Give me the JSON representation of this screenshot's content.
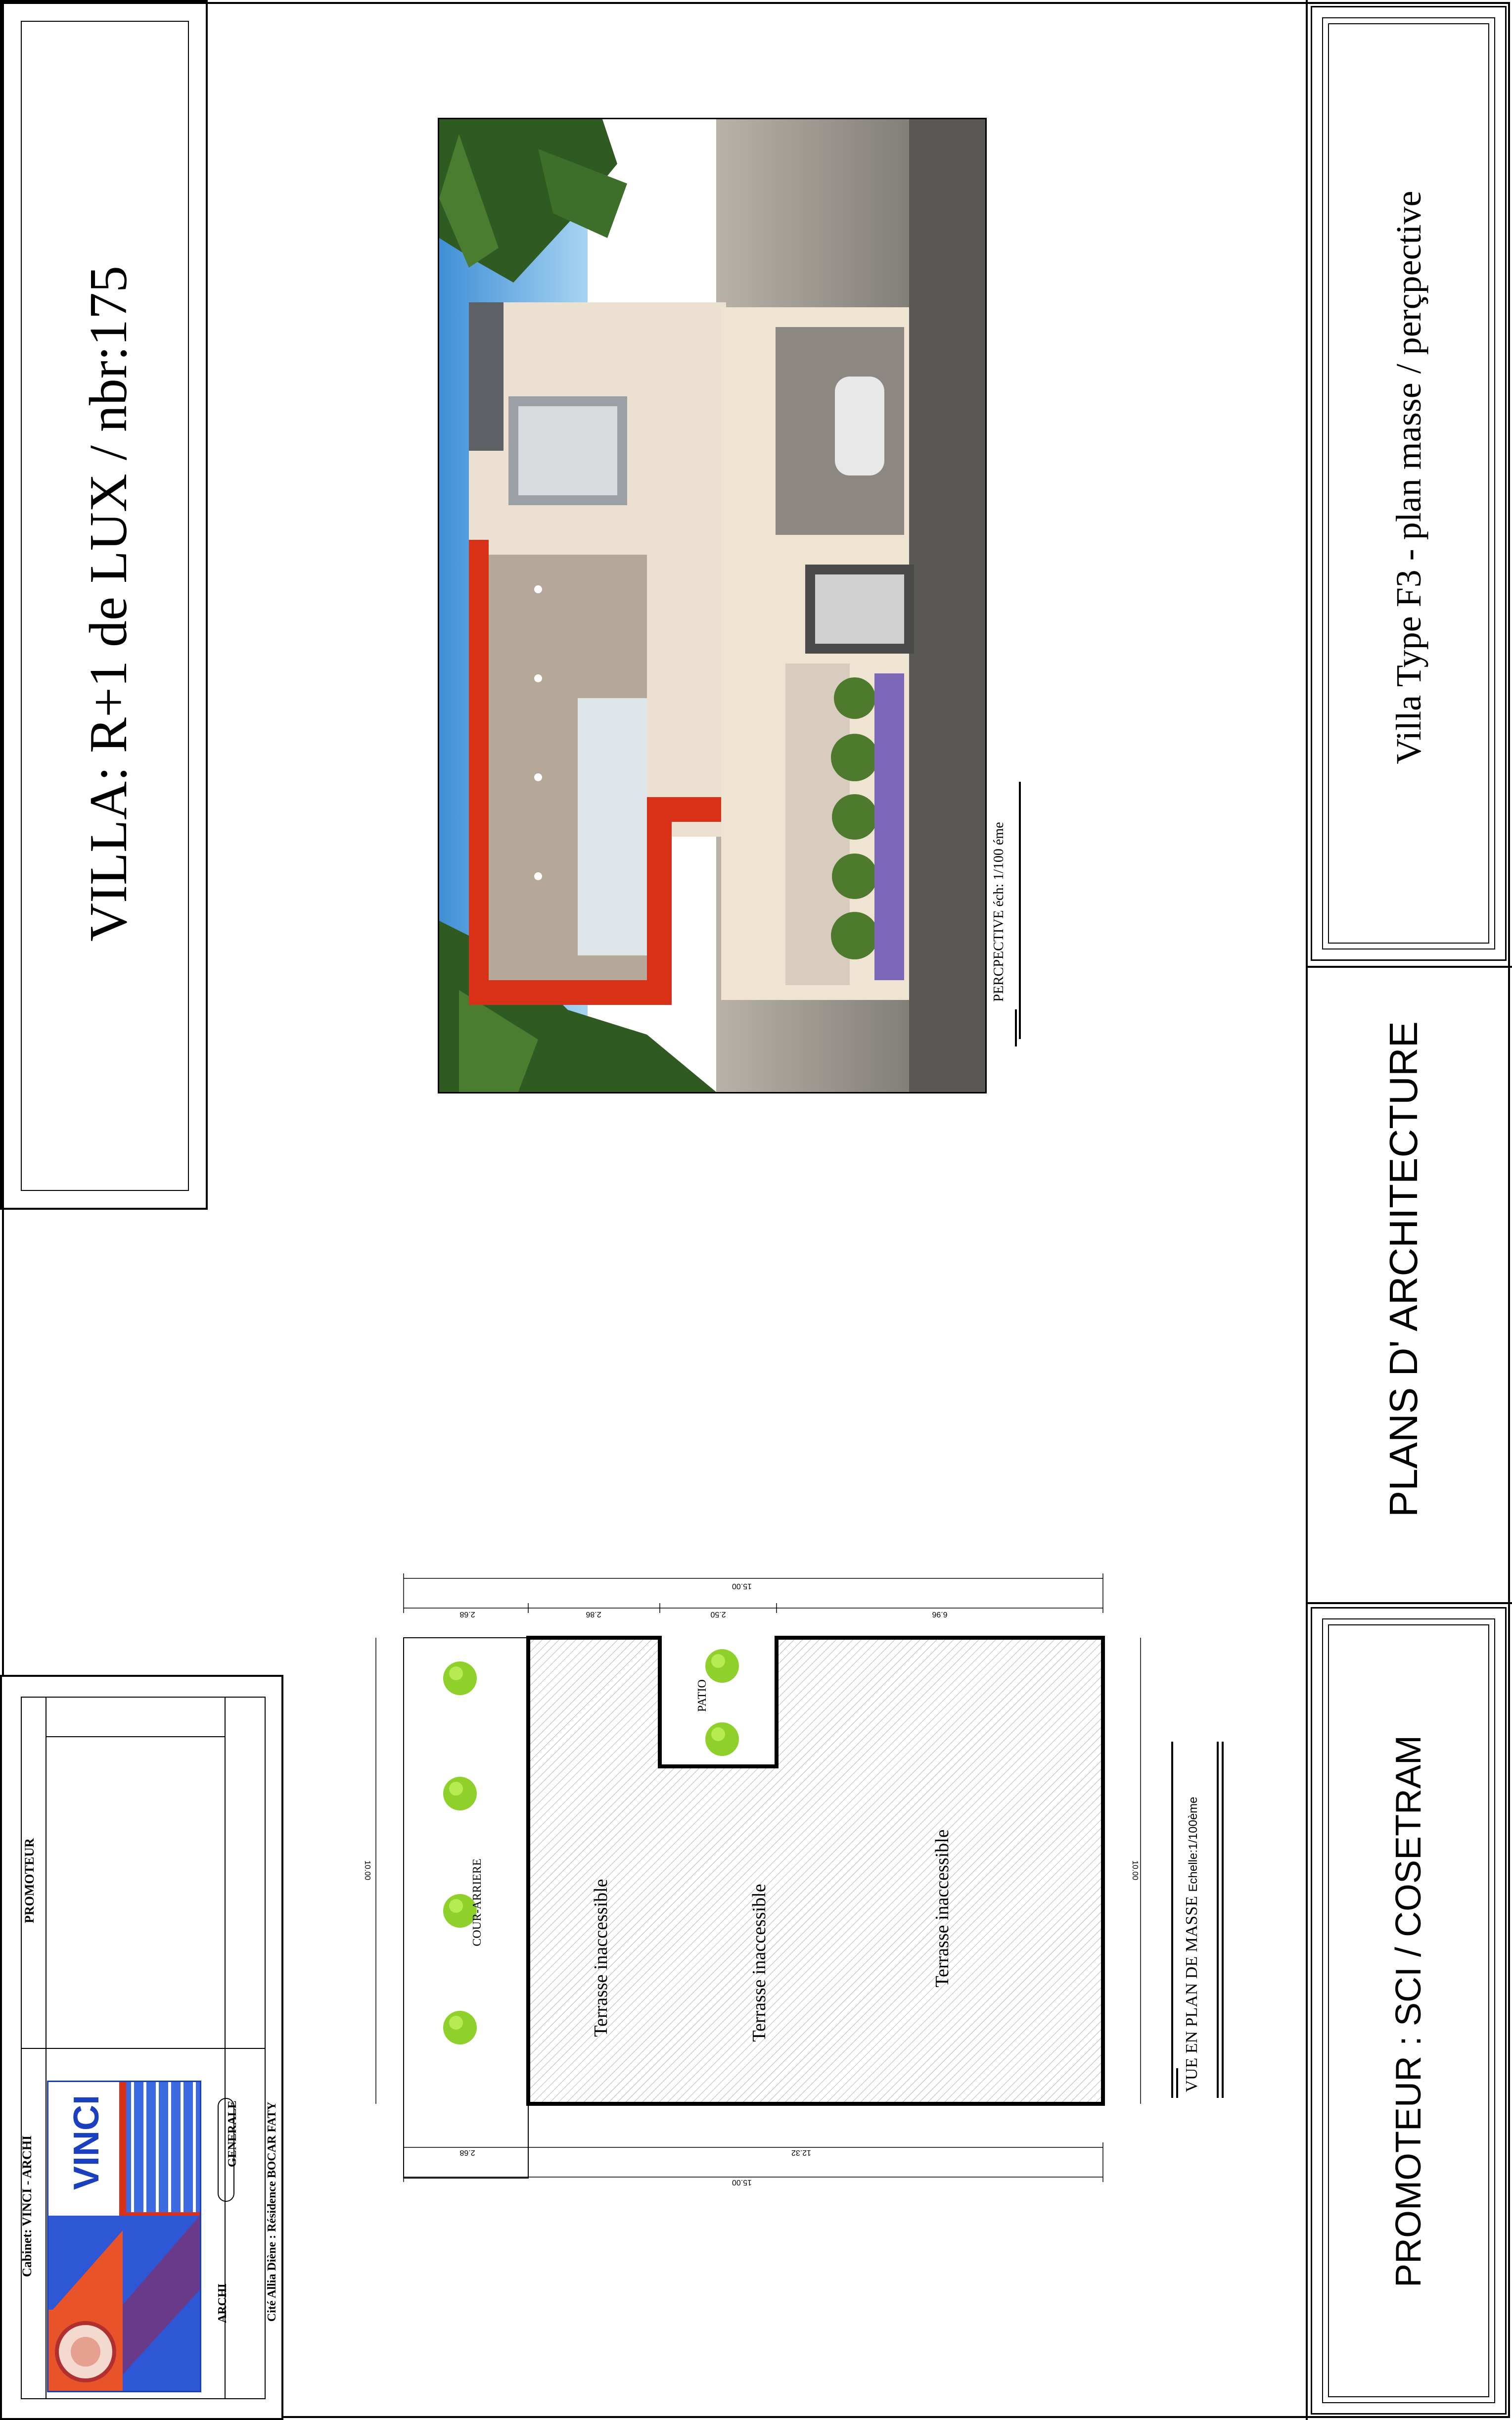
{
  "title_block": {
    "villa_title": "VILLA: R+1 de LUX / nbr:175",
    "type_title": "Villa  Type F3  - plan masse / perçpective",
    "plans_title": "PLANS D' ARCHITECTURE",
    "promoteur_title": "PROMOTEUR : SCI / COSETRAM"
  },
  "cartouche": {
    "cabinet": "Cabinet: VINCI - ARCHI",
    "promoteur_label": "PROMOTEUR",
    "logo_text": "VINCI",
    "archi": "ARCHI",
    "generale": "GENERALE",
    "address": "Cité Allia Diène : Résidence BOCAR FATY"
  },
  "perspective": {
    "caption": "PERCPECTIVE  éch: 1/100 éme",
    "sky_color": "#5aa7e0",
    "facade_color": "#e8d8c4",
    "accent_red": "#d93018",
    "paving_color": "#a8a29a"
  },
  "plan_masse": {
    "caption": "VUE EN PLAN  DE MASSE",
    "scale": "Echelle:1/100ème",
    "cour": "COUR-ARRIERE",
    "patio": "PATIO",
    "terrasse_1": "Terrasse inaccessible",
    "terrasse_2": "Terrasse inaccessible",
    "terrasse_3": "Terrasse inaccessible",
    "dims_top": [
      "2.68",
      "2.86",
      "2.50",
      "6.96"
    ],
    "dim_top_total": "15.00",
    "dims_bottom": [
      "2.68",
      "12.32"
    ],
    "dim_bottom_total": "15.00",
    "dim_left": "10.00",
    "dim_right": "10.00",
    "tree_color": "#8fd12a"
  }
}
